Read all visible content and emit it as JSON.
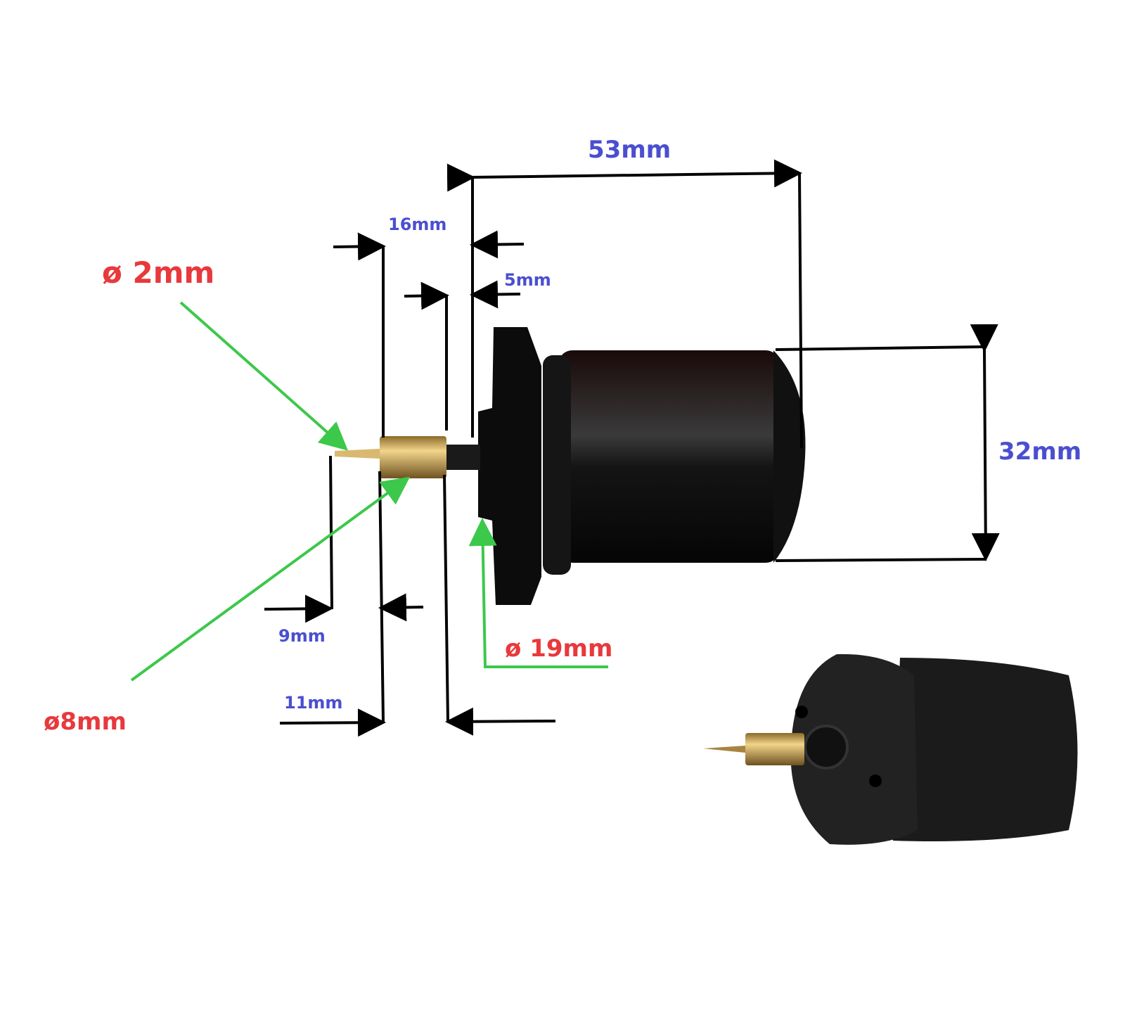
{
  "dimensions": {
    "overall_length": "53mm",
    "length_16": "16mm",
    "length_5": "5mm",
    "body_diameter": "32mm",
    "needle_length": "9mm",
    "brass_length": "11mm"
  },
  "diameters": {
    "needle": "ø 2mm",
    "brass": "ø8mm",
    "shaft": "ø 19mm"
  },
  "colors": {
    "dimension_text": "#4a4fd0",
    "diameter_text": "#e8393c",
    "leader": "#3cc84a"
  }
}
